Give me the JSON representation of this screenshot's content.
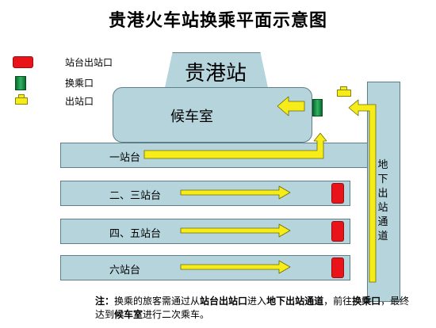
{
  "title": "贵港火车站换乘平面示意图",
  "legend": [
    {
      "key": "exit_platform",
      "label": "站台出站口",
      "color": "#e8141a",
      "icon": "red-exit-marker"
    },
    {
      "key": "transfer",
      "label": "换乘口",
      "color": "#1f9a4d",
      "icon": "green-transfer-marker"
    },
    {
      "key": "exit",
      "label": "出站口",
      "color": "#f5ec19",
      "icon": "yellow-exit-marker"
    }
  ],
  "station": {
    "name": "贵港站",
    "waiting_room": "候车室"
  },
  "platforms": [
    {
      "label": "一站台"
    },
    {
      "label": "二、三站台"
    },
    {
      "label": "四、五站台"
    },
    {
      "label": "六站台"
    }
  ],
  "underpass": {
    "label": "地下出站通道"
  },
  "note": {
    "prefix": "注：",
    "text1": "换乘的旅客需通过从",
    "bold1": "站台出站口",
    "text2": "进入",
    "bold2": "地下出站通道",
    "text3": "，前往",
    "bold3": "换乘口",
    "text4": "，最终达到",
    "bold4": "候车室",
    "text5": "进行二次乘车。"
  },
  "colors": {
    "structure_fill": "#b5d4dc",
    "arrow_fill": "#f5ec19"
  }
}
